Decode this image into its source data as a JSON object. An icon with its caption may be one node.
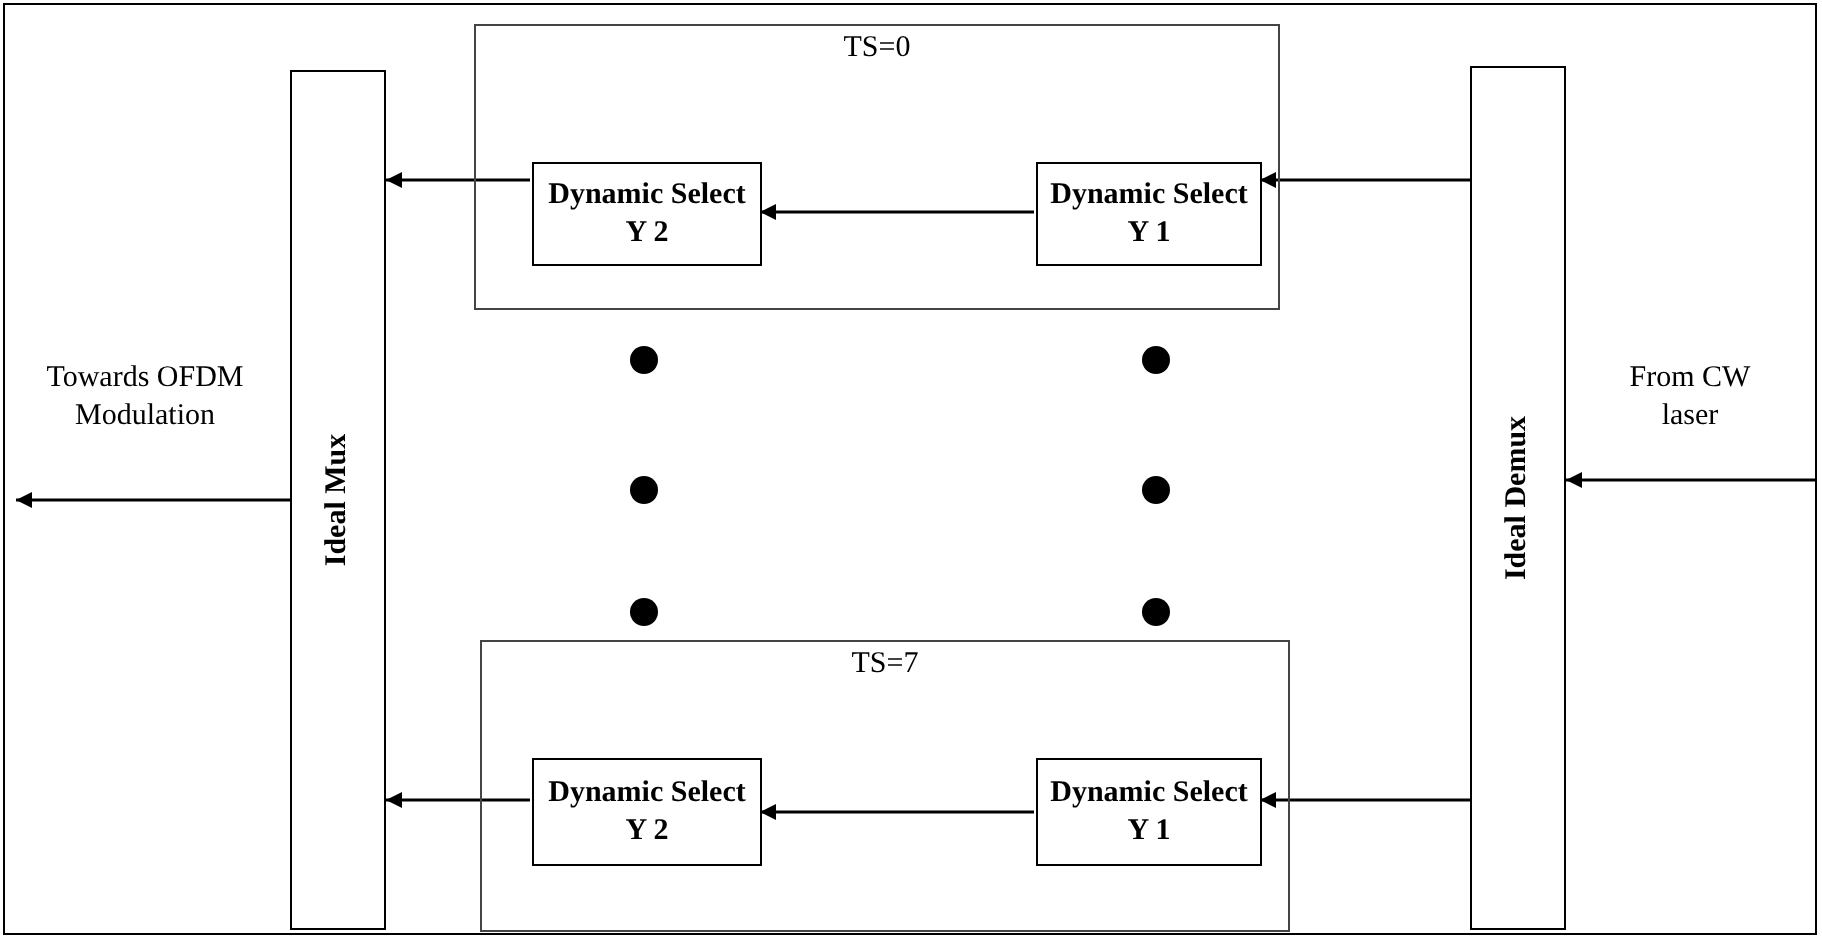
{
  "diagram": {
    "nodes": [
      {
        "text": [
          "Ideal Mux"
        ]
      },
      {
        "text": [
          "TS=0"
        ]
      },
      {
        "text": [
          "Dynamic Select Y 2"
        ],
        "in": 1
      },
      {
        "text": [
          "Dynamic Select Y 1"
        ],
        "in": 1
      },
      {
        "text": [
          "TS=7"
        ]
      },
      {
        "text": [
          "Dynamic Select Y 2"
        ],
        "in": 4
      },
      {
        "text": [
          "Dynamic Select Y 1"
        ],
        "in": 4
      },
      {
        "text": [
          "Ideal Demux"
        ]
      }
    ],
    "edges": [
      {
        "from": 7,
        "to": 3,
        "arrow": "to"
      },
      {
        "from": 3,
        "to": 2,
        "arrow": "to"
      },
      {
        "from": 2,
        "to": 0,
        "arrow": "to"
      },
      {
        "from": 7,
        "to": 6,
        "arrow": "to"
      },
      {
        "from": 6,
        "to": 5,
        "arrow": "to"
      },
      {
        "from": 5,
        "to": 0,
        "arrow": "to"
      },
      {
        "from": 0,
        "to": null,
        "arrow": "to"
      },
      {
        "from": null,
        "to": 7,
        "arrow": "to"
      }
    ],
    "labels": [
      "Towards OFDM Modulation",
      "From CW laser"
    ]
  }
}
